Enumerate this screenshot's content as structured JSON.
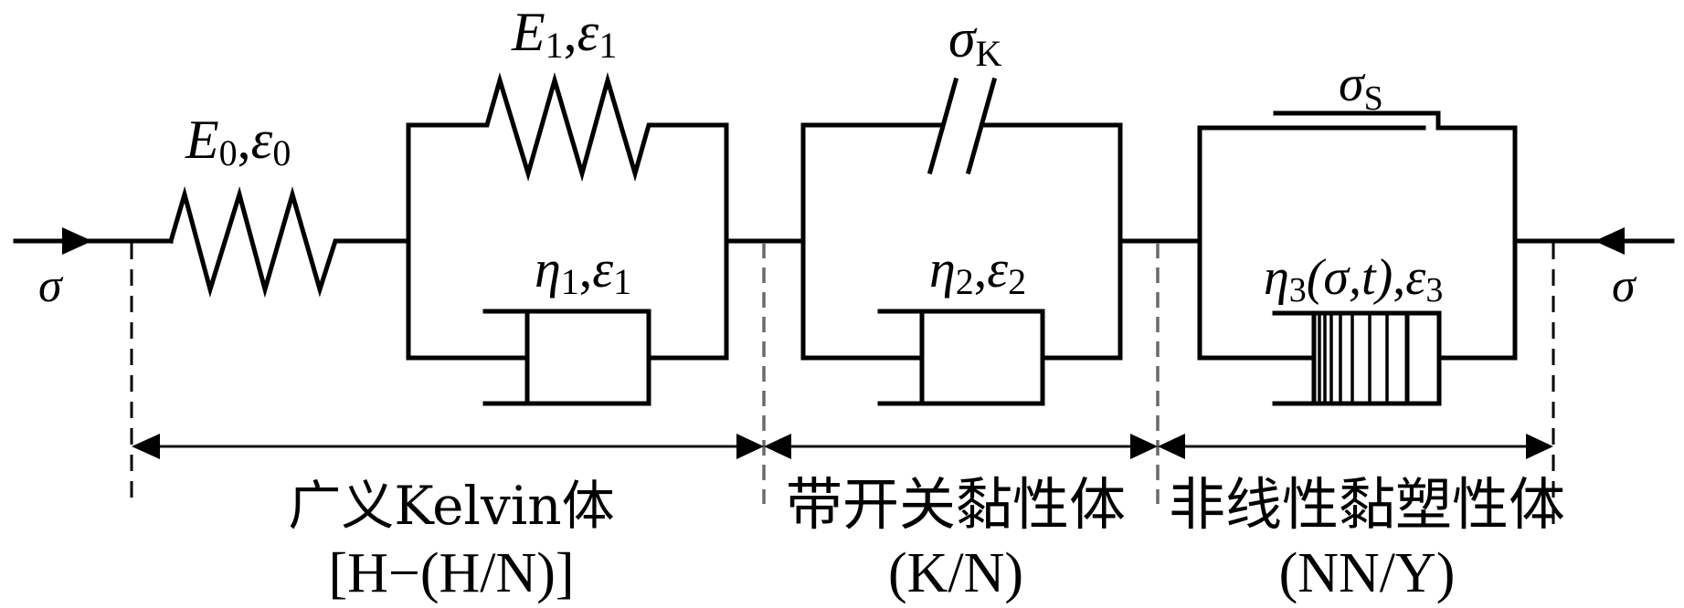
{
  "diagram": {
    "title": "Rheological creep model: generalized Kelvin body + switched viscous body + nonlinear visco-plastic body",
    "load": {
      "left_symbol": "σ",
      "right_symbol": "σ"
    },
    "elements": {
      "spring0": {
        "symbol": "E",
        "sub": "0",
        "strain": "ε",
        "strain_sub": "0"
      },
      "spring1": {
        "symbol": "E",
        "sub": "1",
        "strain": "ε",
        "strain_sub": "1"
      },
      "dashpot1": {
        "symbol": "η",
        "sub": "1",
        "strain": "ε",
        "strain_sub": "1"
      },
      "switch": {
        "symbol": "σ",
        "sub": "K"
      },
      "dashpot2": {
        "symbol": "η",
        "sub": "2",
        "strain": "ε",
        "strain_sub": "2"
      },
      "friction": {
        "symbol": "σ",
        "sub": "S"
      },
      "dashpot3": {
        "symbol": "η",
        "sub": "3",
        "args": "(σ,t)",
        "strain": "ε",
        "strain_sub": "3"
      }
    },
    "bodies": [
      {
        "name": "广义Kelvin体",
        "code": "[H−(H/N)]"
      },
      {
        "name": "带开关黏性体",
        "code": "(K/N)"
      },
      {
        "name": "非线性黏塑性体",
        "code": "(NN/Y)"
      }
    ],
    "comma": ","
  }
}
